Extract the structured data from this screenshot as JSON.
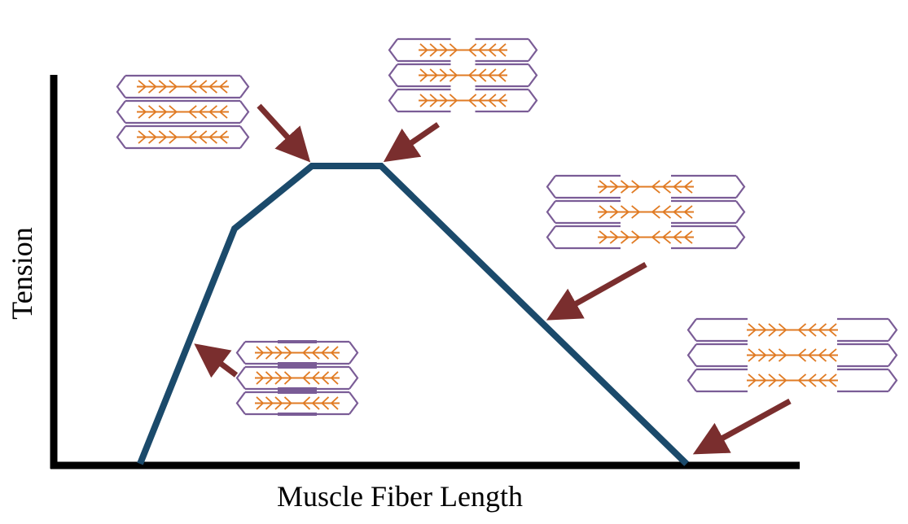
{
  "diagram": {
    "xlabel": "Muscle Fiber Length",
    "ylabel": "Tension",
    "curve_shape": "length-tension relationship: steep rise, shallow rise, plateau, linear decline to zero",
    "colors": {
      "curve": "#1b4a6b",
      "axis": "#000000",
      "arrow": "#7a2e2e",
      "myosin_filament": "#e07b24",
      "actin_filament": "#7a5c96"
    },
    "sarcomere_groups": [
      {
        "name": "overlapped-sarcomeres",
        "overlap": "actin filaments overlap each other",
        "points_to": "steep rising limb"
      },
      {
        "name": "plateau-start-sarcomeres",
        "overlap": "optimal overlap",
        "points_to": "start of plateau"
      },
      {
        "name": "plateau-end-sarcomeres",
        "overlap": "optimal overlap, slightly stretched",
        "points_to": "end of plateau"
      },
      {
        "name": "stretched-sarcomeres",
        "overlap": "partial overlap",
        "points_to": "descending limb"
      },
      {
        "name": "overstretched-sarcomeres",
        "overlap": "no overlap",
        "points_to": "zero tension"
      }
    ]
  }
}
